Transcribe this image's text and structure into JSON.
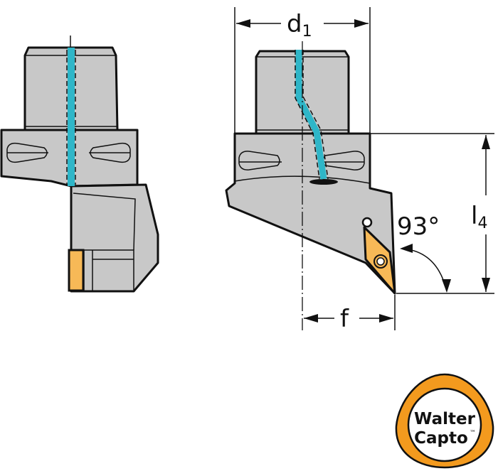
{
  "dimensions": {
    "d1": {
      "main": "d",
      "sub": "1"
    },
    "l4": {
      "main": "l",
      "sub": "4"
    },
    "f": "f",
    "angle": "93°"
  },
  "logo": {
    "line1": "Walter",
    "line2": "Capto",
    "tm": "™"
  },
  "colors": {
    "body": "#c8c8c8",
    "coolant": "#2fb6c8",
    "insert": "#f7b957",
    "logo_orange": "#f39a1e"
  }
}
